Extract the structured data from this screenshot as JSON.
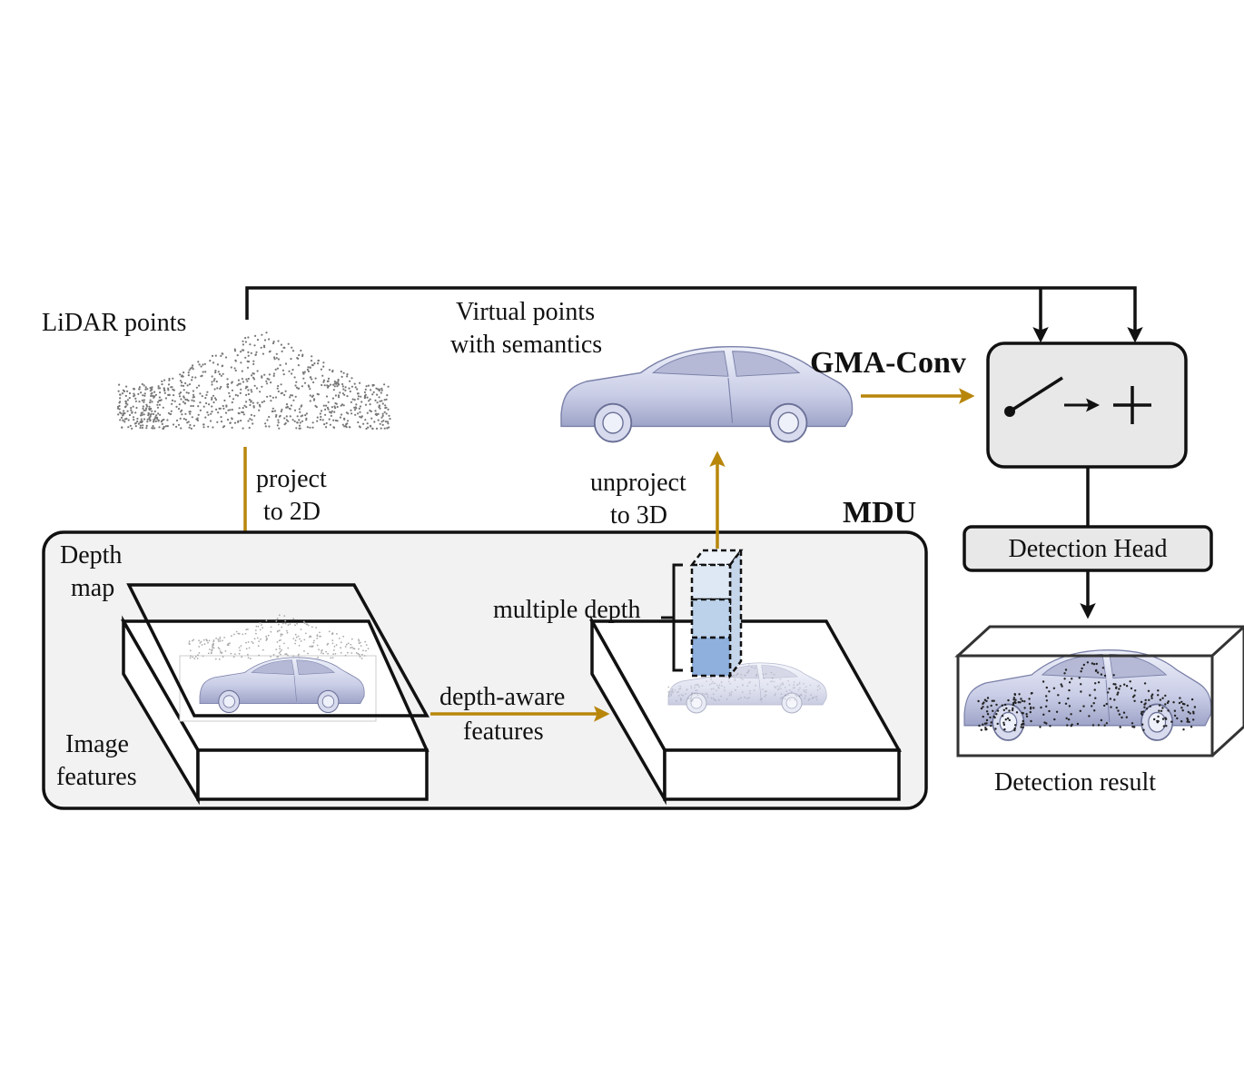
{
  "labels": {
    "lidar_points": "LiDAR points",
    "virtual_points_line1": "Virtual points",
    "virtual_points_line2": "with semantics",
    "gma_conv": "GMA-Conv",
    "project_line1": "project",
    "project_line2": "to 2D",
    "unproject_line1": "unproject",
    "unproject_line2": "to 3D",
    "mdu": "MDU",
    "depth_map_line1": "Depth",
    "depth_map_line2": "map",
    "multiple_depth": "multiple depth",
    "depth_aware_line1": "depth-aware",
    "depth_aware_line2": "features",
    "image_features_line1": "Image",
    "image_features_line2": "features",
    "detection_head": "Detection Head",
    "detection_result": "Detection result"
  },
  "colors": {
    "arrow_gold": "#b8860b",
    "box_fill": "#e8e8e8",
    "mdu_fill": "#f2f2f2",
    "car_body": "#c9cde6",
    "depth_bin_top": "#dde8f4",
    "depth_bin_mid": "#bcd2ea",
    "depth_bin_bottom": "#8fb0dc"
  },
  "icons": [
    "switch-icon",
    "arrow-right-icon",
    "plus-icon",
    "car-icon",
    "point-cloud-icon",
    "bounding-box-icon"
  ]
}
